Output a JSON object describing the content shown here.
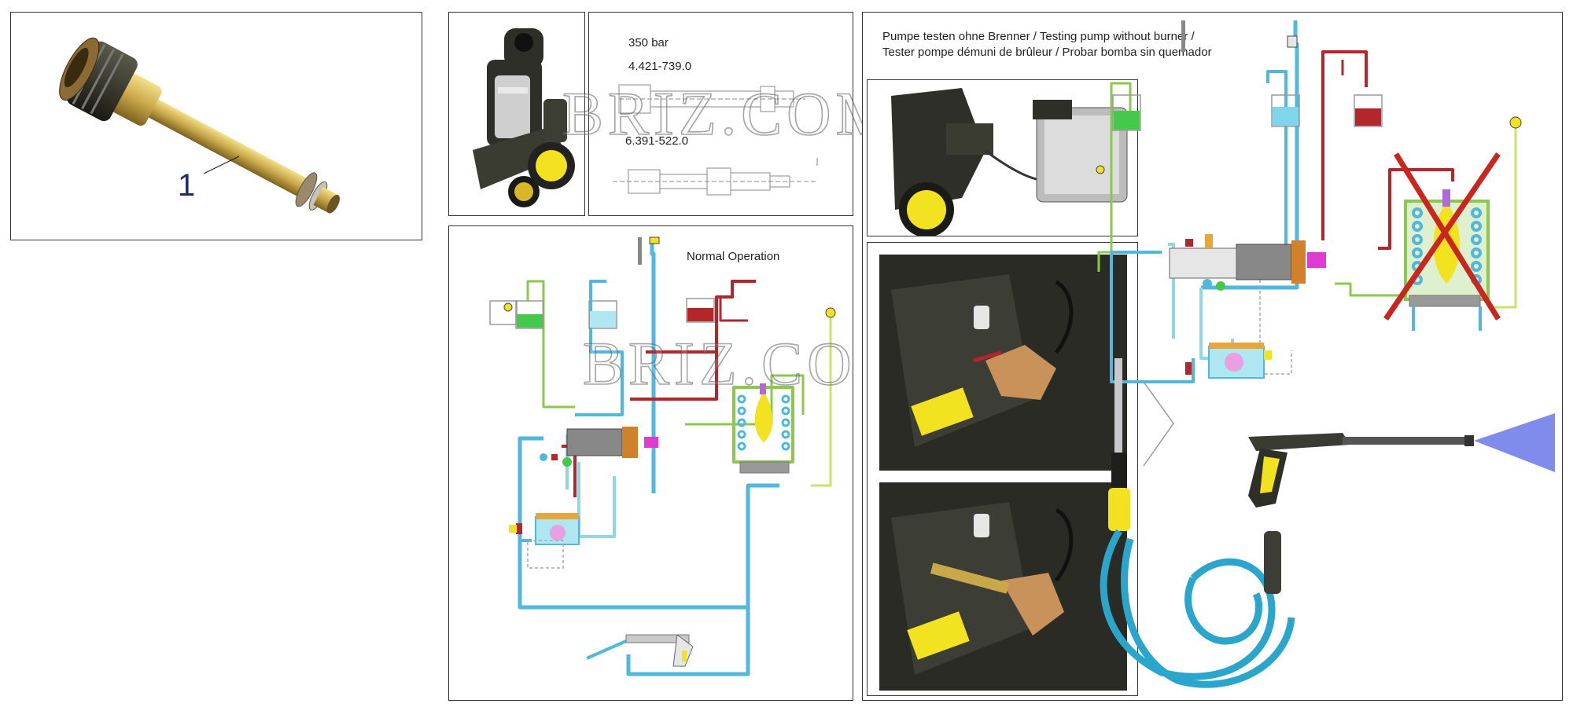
{
  "part_panel": {
    "callout": "1"
  },
  "spec_panel": {
    "pressure": "350 bar",
    "part_number_1": "4.421-739.0",
    "part_number_2": "6.391-522.0"
  },
  "normal_panel": {
    "title": "Normal Operation"
  },
  "testing_panel": {
    "title_line_1": "Pumpe testen ohne Brenner / Testing pump without burner /",
    "title_line_2": "Tester pompe démuni de brûleur / Probar bomba sin quemador"
  },
  "watermarks": [
    "BRIZ.COM.RU",
    "BRIZ.COM.RU"
  ],
  "colors": {
    "water_blue": "#4fb8dc",
    "hot_red": "#b3262b",
    "fuel_green": "#8cc84b",
    "flame_yellow": "#f3e21f",
    "detergent_green": "#45c94a",
    "brass": "#c9a84a",
    "housing_dark": "#2e2f28",
    "cross_red": "#c9261f",
    "hose_blue": "#2aa6cc"
  }
}
